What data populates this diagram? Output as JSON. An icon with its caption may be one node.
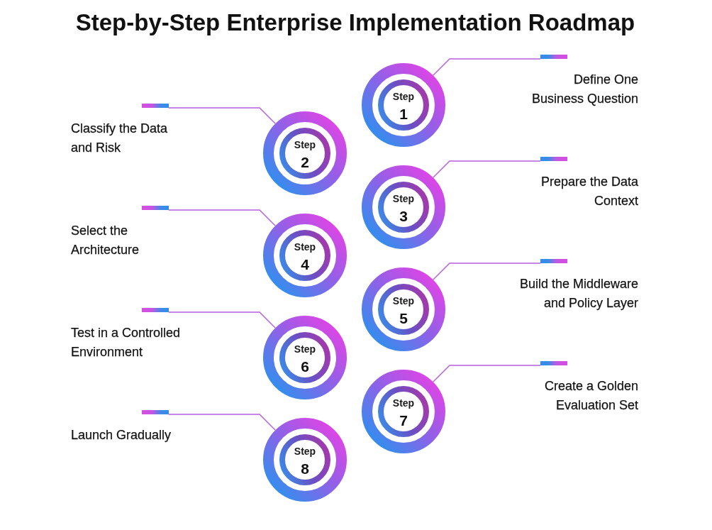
{
  "diagram": {
    "title": "Step-by-Step Enterprise Implementation Roadmap",
    "nodes": [
      {
        "text": [
          "Step",
          "1"
        ]
      },
      {
        "text": [
          "Define One Business Question"
        ]
      },
      {
        "text": [
          "Step",
          "2"
        ]
      },
      {
        "text": [
          "Classify the Data and Risk"
        ]
      },
      {
        "text": [
          "Step",
          "3"
        ]
      },
      {
        "text": [
          "Prepare the Data Context"
        ]
      },
      {
        "text": [
          "Step",
          "4"
        ]
      },
      {
        "text": [
          "Select the Architecture"
        ]
      },
      {
        "text": [
          "Step",
          "5"
        ]
      },
      {
        "text": [
          "Build the Middleware and Policy Layer"
        ]
      },
      {
        "text": [
          "Step",
          "6"
        ]
      },
      {
        "text": [
          "Test in a Controlled Environment"
        ]
      },
      {
        "text": [
          "Step",
          "7"
        ]
      },
      {
        "text": [
          "Create a Golden Evaluation Set"
        ]
      },
      {
        "text": [
          "Step",
          "8"
        ]
      },
      {
        "text": [
          "Launch Gradually"
        ]
      }
    ],
    "edges": [
      {
        "from": 1,
        "to": 0,
        "arrow": "none"
      },
      {
        "from": 3,
        "to": 2,
        "arrow": "none"
      },
      {
        "from": 5,
        "to": 4,
        "arrow": "none"
      },
      {
        "from": 7,
        "to": 6,
        "arrow": "none"
      },
      {
        "from": 9,
        "to": 8,
        "arrow": "none"
      },
      {
        "from": 11,
        "to": 10,
        "arrow": "none"
      },
      {
        "from": 13,
        "to": 12,
        "arrow": "none"
      },
      {
        "from": 15,
        "to": 14,
        "arrow": "none"
      }
    ]
  }
}
